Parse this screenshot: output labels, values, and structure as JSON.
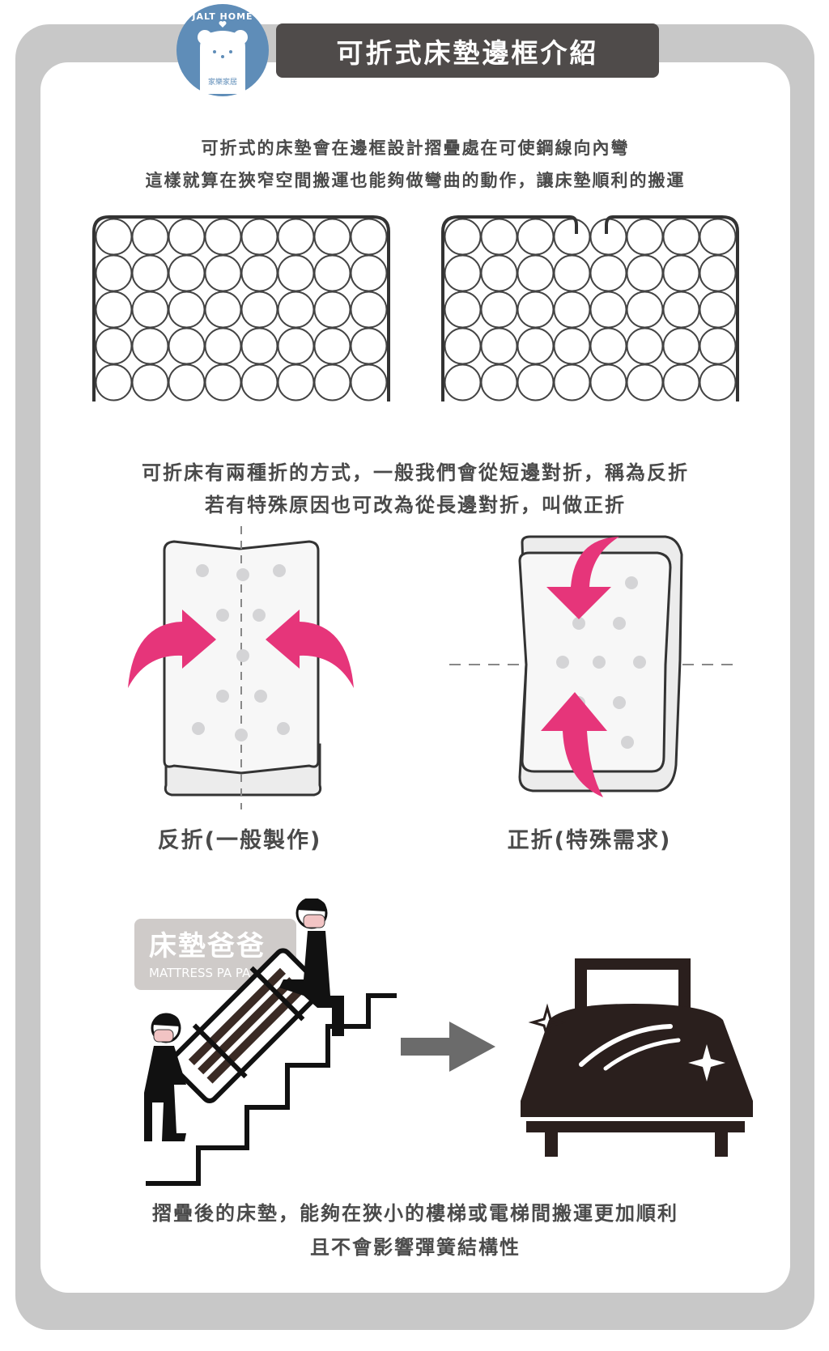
{
  "logo": {
    "brand_en": "JALT HOME",
    "brand_zh": "家樂家居"
  },
  "title": "可折式床墊邊框介紹",
  "intro": [
    "可折式的床墊會在邊框設計摺疊處在可使鋼線向內彎",
    "這樣就算在狹窄空間搬運也能夠做彎曲的動作，讓床墊順利的搬運"
  ],
  "fold_methods": [
    "可折床有兩種折的方式，一般我們會從短邊對折，稱為反折",
    "若有特殊原因也可改為從長邊對折，叫做正折"
  ],
  "labels": {
    "reverse_fold": "反折(一般製作)",
    "normal_fold": "正折(特殊需求)"
  },
  "watermark": {
    "zh": "床墊爸爸",
    "en": "MATTRESS PA PA"
  },
  "conclusion": [
    "摺疊後的床墊，能夠在狹小的樓梯或電梯間搬運更加順利",
    "且不會影響彈簧結構性"
  ],
  "colors": {
    "frame": "#c8c8c8",
    "title_bg": "#4f4b4a",
    "logo": "#5f8db8",
    "arrow": "#e6357a"
  }
}
